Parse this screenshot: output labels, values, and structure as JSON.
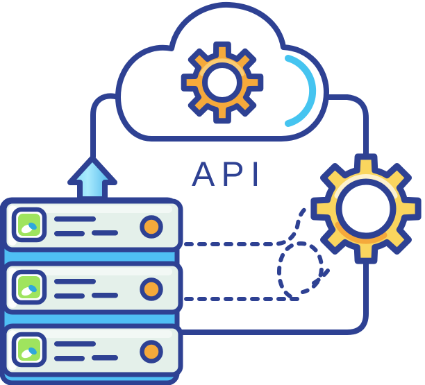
{
  "labels": {
    "api": "API"
  },
  "colors": {
    "navy": "#2E4193",
    "sky": "#45C4F0",
    "band": "#4FBFF4",
    "arrow-light": "#7FD9F8",
    "arrow-pale": "#A9EAFD",
    "arrow-dark": "#41AFE9",
    "mint": "#E4F0EA",
    "lime": "#9FE45E",
    "leaf-blue": "#2FA7DC",
    "orange": "#F5A93B",
    "orange-light": "#FACB72",
    "yellow": "#FAD55E",
    "cream": "#FDF1CE",
    "white": "#FFFFFF"
  },
  "icons": {
    "cloud-icon": "cloud outline",
    "cloud-gear-icon": "orange 8-tooth gear",
    "loading-arc-icon": "cyan arc",
    "upload-arrow-icon": "blue arrow pointing up",
    "processing-gear-icon": "large yellow 8-tooth gear",
    "eco-badge-icon": "green square with leaf",
    "led-indicator-icon": "orange dot",
    "text-line-dash": "navy text placeholder dash"
  },
  "server_rack": {
    "unit_count": 3,
    "text_rows_per_unit": 2
  }
}
